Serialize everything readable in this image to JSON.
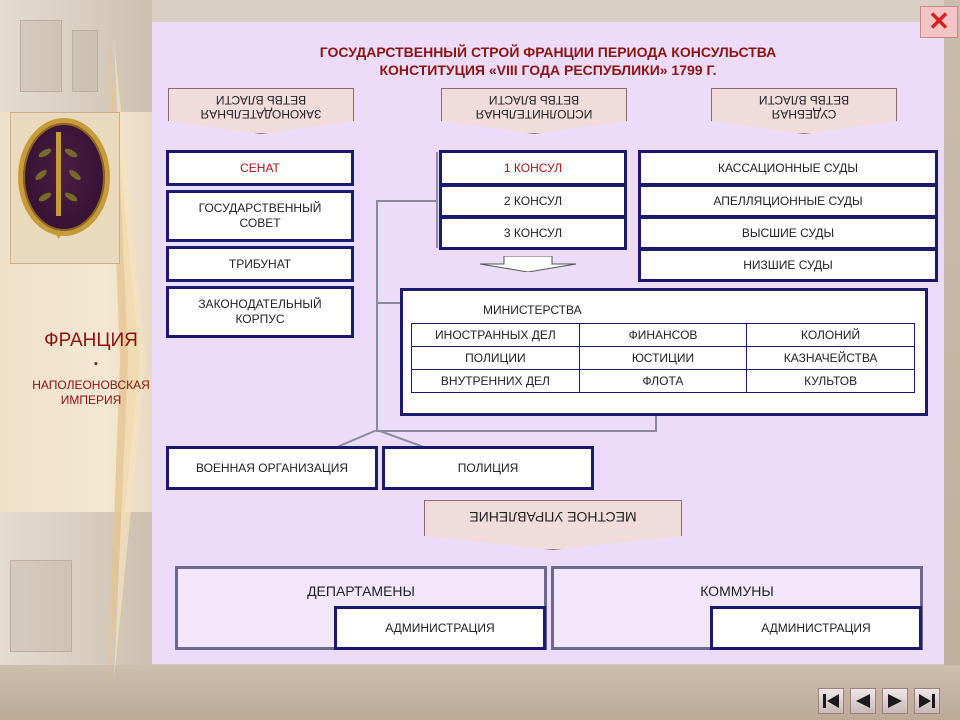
{
  "title": {
    "line1": "ГОСУДАРСТВЕННЫЙ СТРОЙ ФРАНЦИИ ПЕРИОДА КОНСУЛЬСТВА",
    "line2": "КОНСТИТУЦИЯ «VIII ГОДА РЕСПУБЛИКИ» 1799 Г."
  },
  "sidebar": {
    "title": "ФРАНЦИЯ",
    "bullet": "▪",
    "subtitle": "НАПОЛЕОНОВСКАЯ\nИМПЕРИЯ"
  },
  "branches": {
    "legislative": "ЗАКОНОДАТЕЛЬНАЯ\nВЕТВЬ ВЛАСТИ",
    "executive": "ИСПОЛНИТЕЛЬНАЯ\nВЕТВЬ ВЛАСТИ",
    "judicial": "СУДЕБНАЯ\nВЕТВЬ ВЛАСТИ"
  },
  "legislative": {
    "senate": "СЕНАТ",
    "state_council": "ГОСУДАРСТВЕННЫЙ\nСОВЕТ",
    "tribunate": "ТРИБУНАТ",
    "legislative_corps": "ЗАКОНОДАТЕЛЬНЫЙ\nКОРПУС"
  },
  "executive": {
    "consul1": "1 КОНСУЛ",
    "consul2": "2 КОНСУЛ",
    "consul3": "3 КОНСУЛ"
  },
  "judicial": {
    "cassation": "КАССАЦИОННЫЕ СУДЫ",
    "appeal": "АПЕЛЛЯЦИОННЫЕ СУДЫ",
    "higher": "ВЫСШИЕ СУДЫ",
    "lower": "НИЗШИЕ СУДЫ"
  },
  "ministries": {
    "title": "МИНИСТЕРСТВА",
    "rows": [
      [
        "ИНОСТРАННЫХ ДЕЛ",
        "ФИНАНСОВ",
        "КОЛОНИЙ"
      ],
      [
        "ПОЛИЦИИ",
        "ЮСТИЦИИ",
        "КАЗНАЧЕЙСТВА"
      ],
      [
        "ВНУТРЕННИХ ДЕЛ",
        "ФЛОТА",
        "КУЛЬТОВ"
      ]
    ]
  },
  "military": "ВОЕННАЯ ОРГАНИЗАЦИЯ",
  "police": "ПОЛИЦИЯ",
  "local_government": "МЕСТНОЕ УПРАВЛЕНИЕ",
  "departments": {
    "label": "ДЕПАРТАМЕНЫ",
    "admin": "АДМИНИСТРАЦИЯ"
  },
  "communes": {
    "label": "КОММУНЫ",
    "admin": "АДМИНИСТРАЦИЯ"
  },
  "controls": {
    "close": "✕"
  },
  "colors": {
    "panel": "#ecdcf9",
    "border": "#1a1a6e",
    "title": "#8a1414",
    "accent_red": "#a01818"
  }
}
